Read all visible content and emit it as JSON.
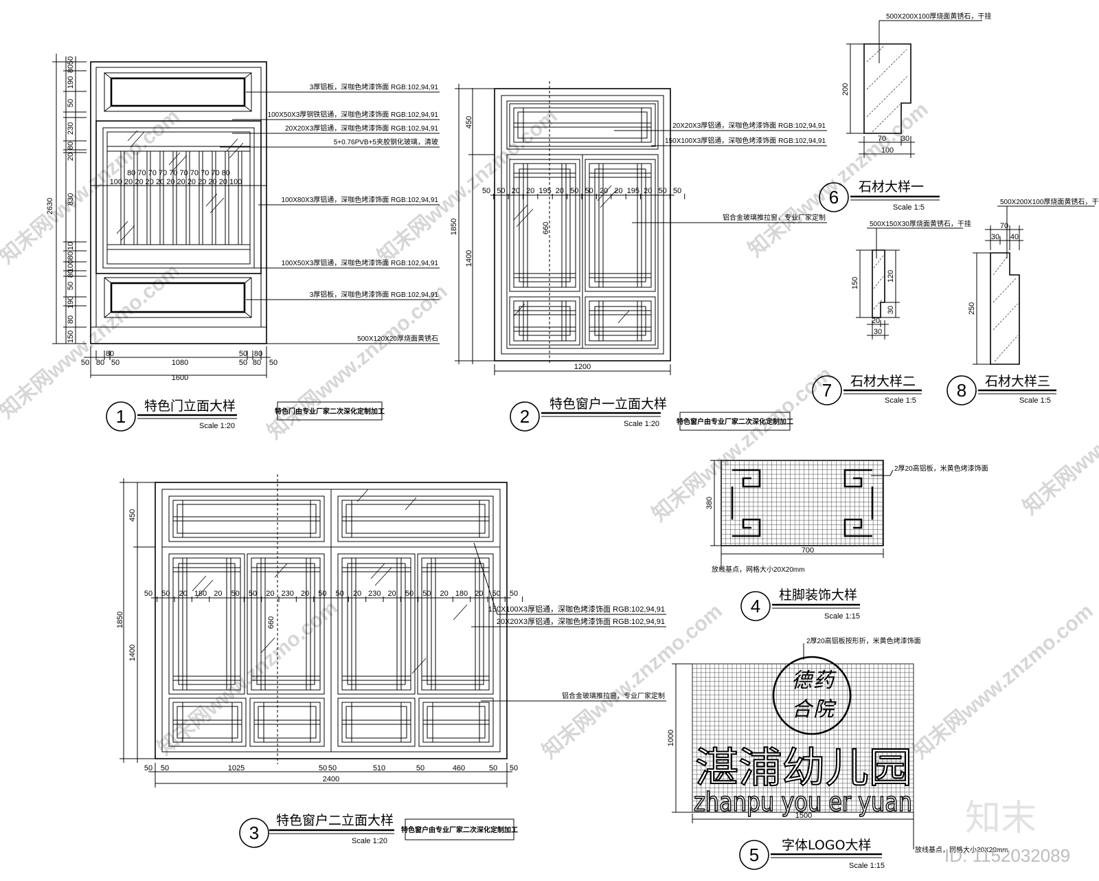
{
  "drawings": [
    {
      "number": "1",
      "title": "特色门立面大样",
      "scale": "Scale 1:20",
      "note": "特色门由专业厂家二次深化定制加工",
      "annotations": [
        "3厚铝板，深咖色烤漆饰面 RGB:102,94,91",
        "100X50X3厚钢铁铝通，深咖色烤漆饰面 RGB:102,94,91",
        "20X20X3厚铝通，深咖色烤漆饰面 RGB:102,94,91",
        "5+0.76PVB+5夹胶钢化玻璃，清玻",
        "100X80X3厚铝通，深咖色烤漆饰面 RGB:102,94,91",
        "100X50X3厚铝通，深咖色烤漆饰面 RGB:102,94,91",
        "3厚铝板，深咖色烤漆饰面 RGB:102,94,91",
        "500X120X20厚烧面黄锈石"
      ],
      "dims_left": [
        "50",
        "80",
        "190",
        "50",
        "230",
        "80",
        "20",
        "830",
        "10",
        "80",
        "100",
        "80",
        "50",
        "190",
        "80",
        "150"
      ],
      "dim_total": "2630",
      "dims_bottom": [
        "50",
        "80",
        "50",
        "1080",
        "50",
        "80",
        "50"
      ],
      "dims_bottom_top": [
        "80",
        "50",
        "80"
      ],
      "width": "1600",
      "rail": "80 70 70 70 70 70 70 70 70 80",
      "rail2": "100 20 20 20 20 20 20 20 20 20 20 100"
    },
    {
      "number": "2",
      "title": "特色窗户一立面大样",
      "scale": "Scale 1:20",
      "note": "特色窗户由专业厂家二次深化定制加工",
      "annotations": [
        "20X20X3厚铝通，深咖色烤漆饰面 RGB:102,94,91",
        "150X100X3厚铝通，深咖色烤漆饰面 RGB:102,94,91",
        "铝合金玻璃推拉窗，专业厂家定制"
      ],
      "dims_left": [
        "450",
        "1400"
      ],
      "dim_total": "1850",
      "dims_row": [
        "50",
        "50",
        "20",
        "20",
        "195",
        "20",
        "50",
        "50",
        "20",
        "20",
        "195",
        "20",
        "50",
        "50"
      ],
      "inner": "660",
      "width": "1200"
    },
    {
      "number": "3",
      "title": "特色窗户二立面大样",
      "scale": "Scale 1:20",
      "note": "特色窗户由专业厂家二次深化定制加工",
      "annotations": [
        "150X100X3厚铝通，深咖色烤漆饰面 RGB:102,94,91",
        "20X20X3厚铝通，深咖色烤漆饰面 RGB:102,94,91",
        "铝合金玻璃推拉窗，专业厂家定制"
      ],
      "dims_left": [
        "450",
        "1400"
      ],
      "dim_total": "1850",
      "dims_row": [
        "50",
        "50",
        "20",
        "180",
        "20",
        "50",
        "50",
        "20",
        "230",
        "20",
        "50",
        "50",
        "20",
        "230",
        "20",
        "50",
        "50",
        "20",
        "180",
        "20",
        "50",
        "50"
      ],
      "inner": "660",
      "dims_bottom": [
        "50",
        "50",
        "1025",
        "50",
        "50",
        "510",
        "50",
        "460",
        "50",
        "50"
      ],
      "width": "2400"
    },
    {
      "number": "4",
      "title": "柱脚装饰大样",
      "scale": "Scale 1:15",
      "annotations": [
        "2厚20高铝板，米黄色烤漆饰面"
      ],
      "note": "放线基点，网格大小20X20mm",
      "height": "380",
      "width": "700"
    },
    {
      "number": "5",
      "title": "字体LOGO大样",
      "scale": "Scale 1:15",
      "annotations": [
        "2厚20高铝板按形折，米黄色烤漆饰面"
      ],
      "note": "放线基点，网格大小20X20mm",
      "logo_cn": "湛浦幼儿园",
      "logo_pinyin": "zhanpu you er yuan",
      "seal": [
        "德",
        "药",
        "合",
        "院"
      ],
      "height": "1000",
      "width": "1500"
    },
    {
      "number": "6",
      "title": "石材大样一",
      "scale": "Scale 1:5",
      "annotations": [
        "500X200X100厚烧面黄锈石，干挂"
      ],
      "height": "200",
      "dims_bottom": [
        "70",
        "30"
      ],
      "width": "100"
    },
    {
      "number": "7",
      "title": "石材大样二",
      "scale": "Scale 1:5",
      "annotations": [
        "500X150X30厚烧面黄锈石，干挂"
      ],
      "height": "150",
      "dims_right": [
        "120",
        "30"
      ],
      "dims_bottom": [
        "20",
        "30"
      ]
    },
    {
      "number": "8",
      "title": "石材大样三",
      "scale": "Scale 1:5",
      "annotations": [
        "500X200X100厚烧面黄锈石，干挂"
      ],
      "height": "250",
      "dims_top": [
        "70",
        "30",
        "40"
      ]
    }
  ],
  "watermark": {
    "text": "知末网www.znzmo.com",
    "brand": "知末",
    "id": "ID: 1152032089"
  }
}
